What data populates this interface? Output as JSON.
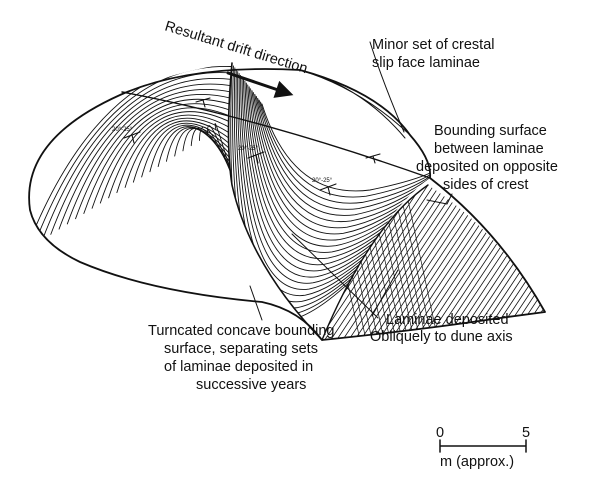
{
  "labels": {
    "drift": "Resultant drift direction",
    "crestal_1": "Minor set of crestal",
    "crestal_2": "slip face laminae",
    "bounding_1": "Bounding surface",
    "bounding_2": "between laminae",
    "bounding_3": "deposited on opposite",
    "bounding_4": "sides of crest",
    "truncated_1": "Turncated concave bounding",
    "truncated_2": "surface, separating sets",
    "truncated_3": "of laminae deposited in",
    "truncated_4": "successive years",
    "oblique_1": "Laminae deposited",
    "oblique_2": "Obliquely to dune axis"
  },
  "dip_marks": {
    "left": "20°-25°",
    "middle": "20°-25°",
    "right": "20°-25°"
  },
  "scale_bar": {
    "start": "0",
    "end": "5",
    "unit": "m (approx.)"
  }
}
